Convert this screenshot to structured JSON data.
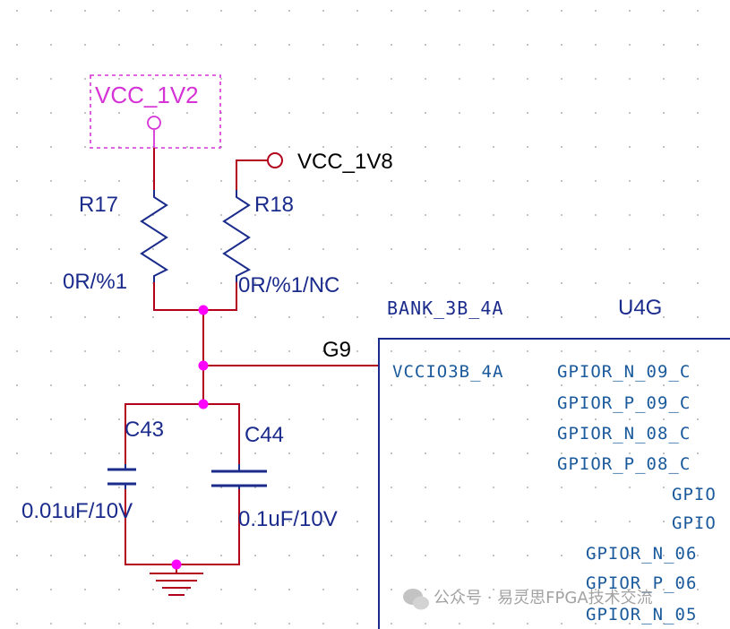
{
  "nets": {
    "vcc_1v2": "VCC_1V2",
    "vcc_1v8": "VCC_1V8",
    "g9": "G9"
  },
  "components": {
    "r17": {
      "ref": "R17",
      "value": "0R/%1"
    },
    "r18": {
      "ref": "R18",
      "value": "0R/%1/NC"
    },
    "c43": {
      "ref": "C43",
      "value": "0.01uF/10V"
    },
    "c44": {
      "ref": "C44",
      "value": "0.1uF/10V"
    }
  },
  "ic": {
    "bank": "BANK_3B_4A",
    "ref": "U4G",
    "left_pin": "VCCIO3B_4A",
    "right_pins": [
      "GPIOR_N_09_C",
      "GPIOR_P_09_C",
      "GPIOR_N_08_C",
      "GPIOR_P_08_C",
      "GPIO",
      "GPIO",
      "GPIOR_N_06",
      "GPIOR_P_06",
      "GPIOR_N_05"
    ]
  },
  "watermark": "公众号 · 易灵思FPGA技术交流",
  "colors": {
    "wire": "#b3001b",
    "junction": "#ff00ff",
    "power_port_1v2": "#d633d6",
    "text": "#1a2b8c",
    "ic_outline": "#1a2b8c"
  }
}
